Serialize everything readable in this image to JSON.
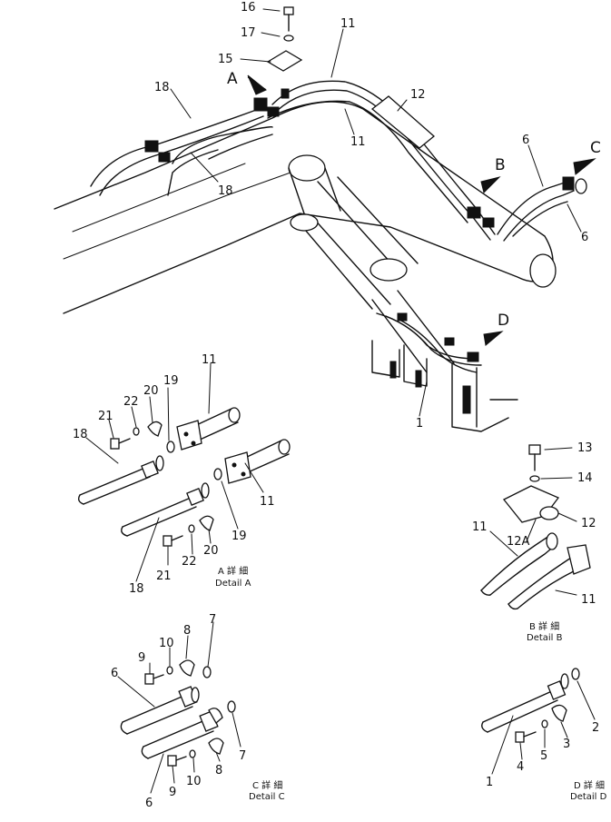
{
  "callouts": {
    "n1": "1",
    "n2": "2",
    "n3": "3",
    "n4": "4",
    "n5": "5",
    "n6": "6",
    "n7": "7",
    "n8": "8",
    "n9": "9",
    "n10": "10",
    "n11": "11",
    "n12": "12",
    "n12a": "12A",
    "n13": "13",
    "n14": "14",
    "n15": "15",
    "n16": "16",
    "n17": "17",
    "n18": "18",
    "n19": "19",
    "n20": "20",
    "n21": "21",
    "n22": "22"
  },
  "view_letters": {
    "a": "A",
    "b": "B",
    "c": "C",
    "d": "D"
  },
  "details": {
    "a": {
      "jp": "A 詳 細",
      "en": "Detail A"
    },
    "b": {
      "jp": "B 詳 細",
      "en": "Detail B"
    },
    "c": {
      "jp": "C 詳 細",
      "en": "Detail C"
    },
    "d": {
      "jp": "D 詳 細",
      "en": "Detail D"
    }
  }
}
